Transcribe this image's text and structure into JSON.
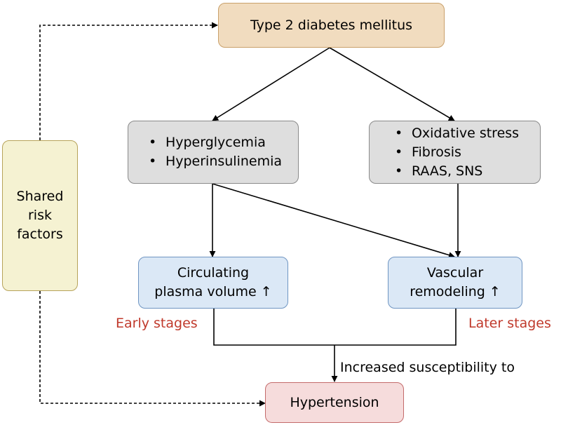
{
  "nodes": {
    "t2dm": "Type 2 diabetes mellitus",
    "mechanisms_left": [
      "Hyperglycemia",
      "Hyperinsulinemia"
    ],
    "mechanisms_right": [
      "Oxidative stress",
      "Fibrosis",
      "RAAS, SNS"
    ],
    "plasma_volume": [
      "Circulating",
      "plasma volume ↑"
    ],
    "vascular_remodeling": [
      "Vascular",
      "remodeling ↑"
    ],
    "hypertension": "Hypertension",
    "shared_risk": [
      "Shared",
      "risk",
      "factors"
    ]
  },
  "labels": {
    "early_stages": "Early stages",
    "later_stages": "Later stages",
    "increased_susceptibility": "Increased susceptibility to"
  },
  "colors": {
    "stage_text": "#c0392b"
  }
}
